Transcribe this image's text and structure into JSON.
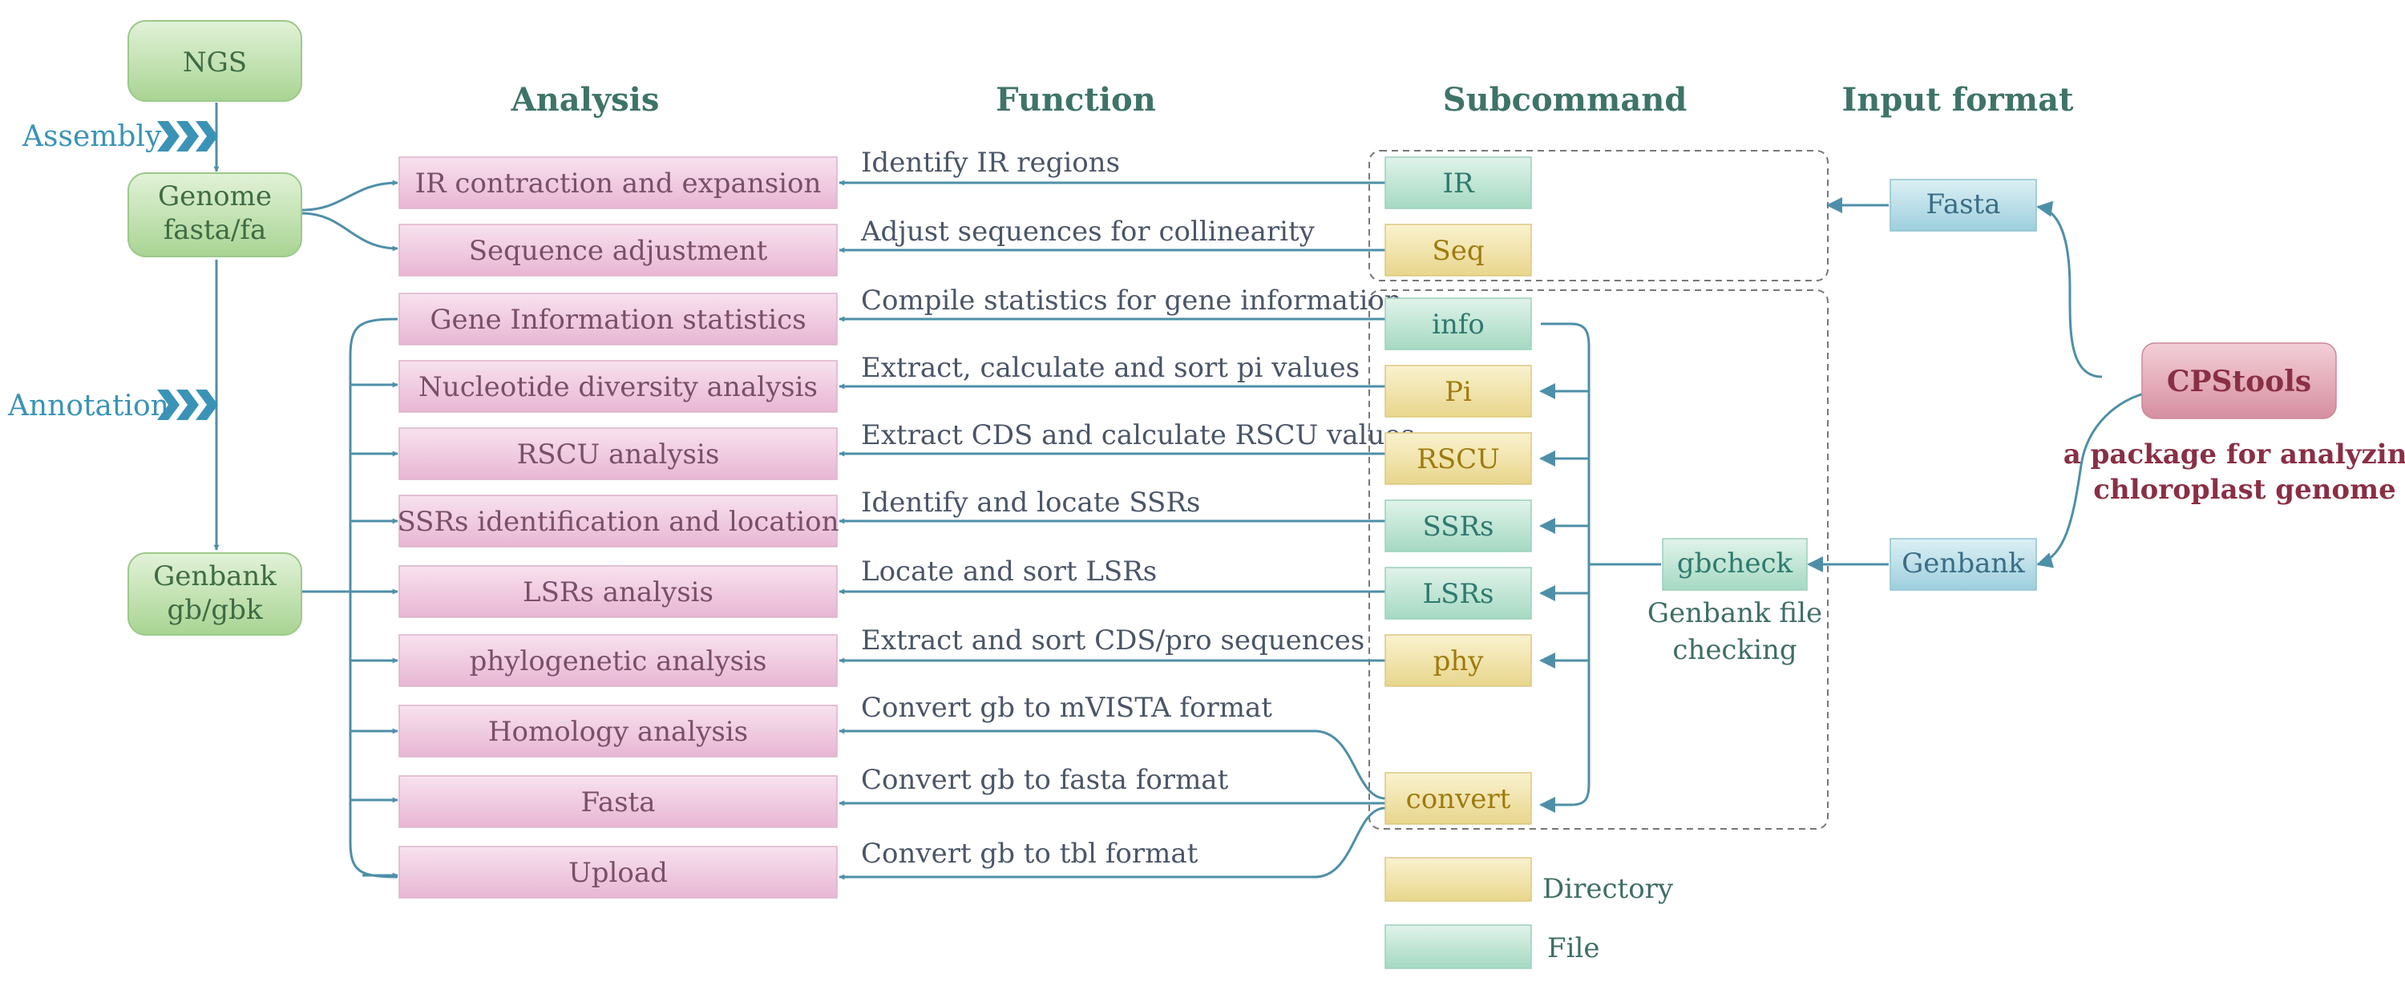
{
  "headers": {
    "analysis": "Analysis",
    "function": "Function",
    "subcommand": "Subcommand",
    "input_format": "Input format"
  },
  "pipeline": {
    "ngs": "NGS",
    "genome_line1": "Genome",
    "genome_line2": "fasta/fa",
    "genbank_line1": "Genbank",
    "genbank_line2": "gb/gbk",
    "assembly": "Assembly",
    "annotation": "Annotation"
  },
  "analysis": [
    "IR contraction and expansion",
    "Sequence adjustment",
    "Gene Information statistics",
    "Nucleotide diversity analysis",
    "RSCU analysis",
    "SSRs identification and location",
    "LSRs analysis",
    "phylogenetic analysis",
    "Homology analysis",
    "Fasta",
    "Upload"
  ],
  "functions": [
    "Identify IR regions",
    "Adjust sequences for collinearity",
    "Compile statistics for gene information",
    "Extract, calculate and sort pi values",
    "Extract CDS and calculate RSCU values",
    "Identify and locate SSRs",
    "Locate and sort LSRs",
    "Extract and sort CDS/pro sequences",
    "Convert gb to mVISTA format",
    "Convert gb to fasta format",
    "Convert gb to tbl format"
  ],
  "subcommands": [
    {
      "label": "IR",
      "kind": "file"
    },
    {
      "label": "Seq",
      "kind": "directory"
    },
    {
      "label": "info",
      "kind": "file"
    },
    {
      "label": "Pi",
      "kind": "directory"
    },
    {
      "label": "RSCU",
      "kind": "directory"
    },
    {
      "label": "SSRs",
      "kind": "file"
    },
    {
      "label": "LSRs",
      "kind": "file"
    },
    {
      "label": "phy",
      "kind": "directory"
    },
    {
      "label": "convert",
      "kind": "directory"
    }
  ],
  "gbcheck": {
    "label": "gbcheck",
    "note_line1": "Genbank file",
    "note_line2": "checking"
  },
  "inputs": {
    "fasta": "Fasta",
    "genbank": "Genbank"
  },
  "cpstools": {
    "name": "CPStools",
    "desc_line1": "a package for analyzing",
    "desc_line2": "chloroplast genome"
  },
  "legend": {
    "directory": "Directory",
    "file": "File"
  },
  "colors": {
    "arrow": "#4e8fa8",
    "pink": "#efc6df",
    "green": "#b8dda6",
    "teal": "#b8e2d2",
    "yellow": "#f0e3a6",
    "blue": "#b3dbe6",
    "cpstools": "#e0a2b0"
  }
}
